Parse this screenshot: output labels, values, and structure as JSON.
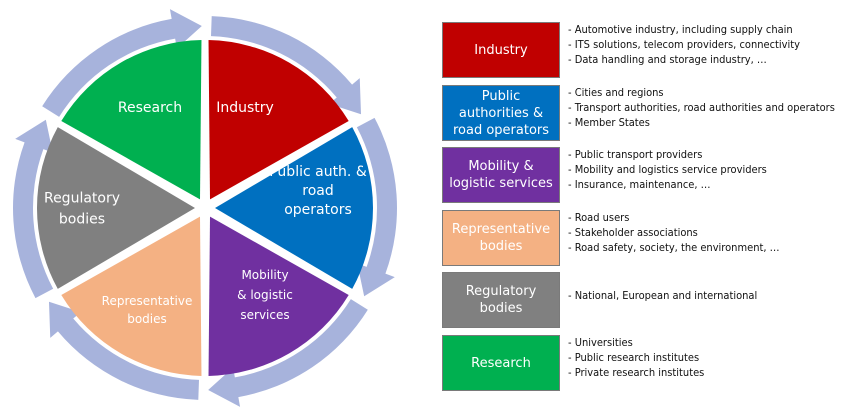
{
  "colors": {
    "arrow_ring": "#a7b3dc",
    "industry": "#c00000",
    "public": "#0070c0",
    "mobility": "#7030a0",
    "representative": "#f4b183",
    "regulatory": "#808080",
    "research": "#00b050"
  },
  "wheel": {
    "segments": [
      {
        "key": "industry",
        "lines": [
          "Industry"
        ]
      },
      {
        "key": "public",
        "lines": [
          "Public auth. &",
          "road",
          "operators"
        ]
      },
      {
        "key": "mobility",
        "lines": [
          "Mobility",
          "& logistic",
          "services"
        ]
      },
      {
        "key": "representative",
        "lines": [
          "Representative",
          "bodies"
        ]
      },
      {
        "key": "regulatory",
        "lines": [
          "Regulatory",
          "bodies"
        ]
      },
      {
        "key": "research",
        "lines": [
          "Research"
        ]
      }
    ]
  },
  "legend": [
    {
      "key": "industry",
      "label_lines": [
        "Industry"
      ],
      "items": [
        "- Automotive industry, including supply chain",
        "- ITS solutions, telecom providers, connectivity",
        "- Data handling and storage industry, …"
      ]
    },
    {
      "key": "public",
      "label_lines": [
        "Public",
        "authorities &",
        "road operators"
      ],
      "items": [
        "- Cities and regions",
        "- Transport authorities, road authorities and operators",
        "- Member States"
      ]
    },
    {
      "key": "mobility",
      "label_lines": [
        "Mobility &",
        "logistic services"
      ],
      "items": [
        "- Public transport providers",
        "- Mobility and logistics service  providers",
        "- Insurance, maintenance, …"
      ]
    },
    {
      "key": "representative",
      "label_lines": [
        "Representative",
        "bodies"
      ],
      "items": [
        "- Road users",
        "- Stakeholder associations",
        "- Road safety, society, the environment, …"
      ]
    },
    {
      "key": "regulatory",
      "label_lines": [
        "Regulatory",
        "bodies"
      ],
      "items": [
        "- National, European and international"
      ]
    },
    {
      "key": "research",
      "label_lines": [
        "Research"
      ],
      "items": [
        "- Universities",
        "- Public research institutes",
        "- Private research institutes"
      ]
    }
  ]
}
